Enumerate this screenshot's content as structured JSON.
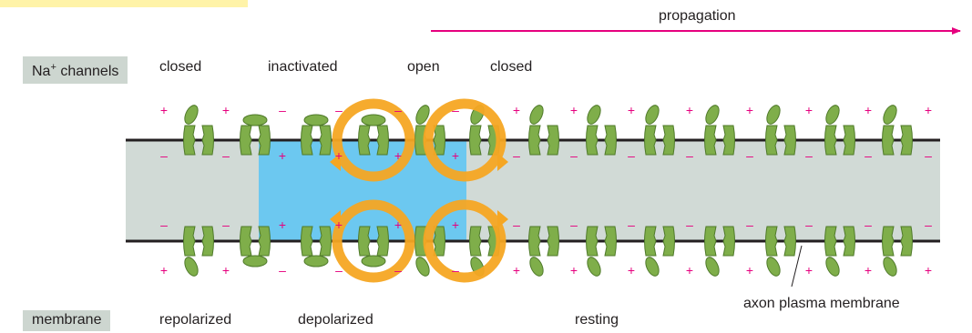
{
  "labels": {
    "propagation": "propagation",
    "na_channels_prefix": "Na",
    "na_channels_sup": "+",
    "na_channels_suffix": " channels",
    "membrane_tag": "membrane",
    "axon_membrane": "axon plasma membrane"
  },
  "channel_states": [
    "closed",
    "inactivated",
    "open",
    "closed"
  ],
  "membrane_states": [
    "repolarized",
    "depolarized",
    "resting"
  ],
  "charges": {
    "plus": "+",
    "minus": "–"
  },
  "colors": {
    "arrow": "#e6007e",
    "cytoplasm": "#d1dad6",
    "depolarized": "#6cc8f0",
    "channel": "#7fae4a",
    "channel_dark": "#4f7a2a",
    "current": "#f5a623",
    "charge": "#e6007e"
  }
}
